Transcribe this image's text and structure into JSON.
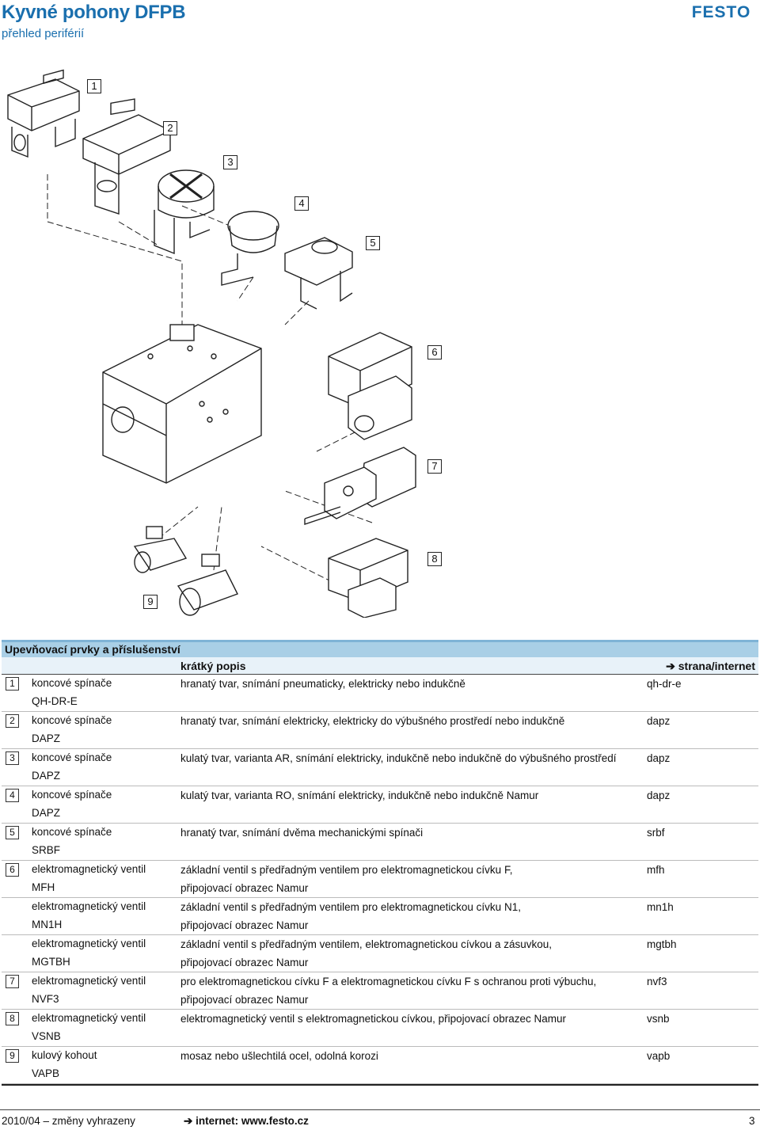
{
  "header": {
    "title": "Kyvné pohony DFPB",
    "subtitle": "přehled periférií",
    "logo": "FESTO",
    "brand_color": "#1a6fae"
  },
  "callouts": [
    "1",
    "2",
    "3",
    "4",
    "5",
    "6",
    "7",
    "8",
    "9"
  ],
  "table": {
    "section_title": "Upevňovací prvky a příslušenství",
    "col_desc": "krátký popis",
    "col_ref": "strana/internet",
    "arrow": "➔",
    "rows": [
      {
        "num": "1",
        "name1": "koncové spínače",
        "name2": "QH-DR-E",
        "desc1": "hranatý tvar, snímání pneumaticky, elektricky nebo indukčně",
        "desc2": "",
        "ref": "qh-dr-e"
      },
      {
        "num": "2",
        "name1": "koncové spínače",
        "name2": "DAPZ",
        "desc1": "hranatý tvar, snímání elektricky, elektricky do výbušného prostředí nebo indukčně",
        "desc2": "",
        "ref": "dapz"
      },
      {
        "num": "3",
        "name1": "koncové spínače",
        "name2": "DAPZ",
        "desc1": "kulatý tvar, varianta AR, snímání elektricky, indukčně nebo indukčně do výbušného prostředí",
        "desc2": "",
        "ref": "dapz"
      },
      {
        "num": "4",
        "name1": "koncové spínače",
        "name2": "DAPZ",
        "desc1": "kulatý tvar, varianta RO, snímání elektricky, indukčně nebo indukčně Namur",
        "desc2": "",
        "ref": "dapz"
      },
      {
        "num": "5",
        "name1": "koncové spínače",
        "name2": "SRBF",
        "desc1": "hranatý tvar, snímání dvěma mechanickými spínači",
        "desc2": "",
        "ref": "srbf"
      },
      {
        "num": "6",
        "name1": "elektromagnetický ventil",
        "name2": "MFH",
        "desc1": "základní ventil s předřadným ventilem pro elektromagnetickou cívku F,",
        "desc2": "připojovací obrazec Namur",
        "ref": "mfh"
      },
      {
        "num": "",
        "name1": "elektromagnetický ventil",
        "name2": "MN1H",
        "desc1": "základní ventil s předřadným ventilem pro elektromagnetickou cívku N1,",
        "desc2": "připojovací obrazec Namur",
        "ref": "mn1h"
      },
      {
        "num": "",
        "name1": "elektromagnetický ventil",
        "name2": "MGTBH",
        "desc1": "základní ventil s předřadným ventilem, elektromagnetickou cívkou a zásuvkou,",
        "desc2": "připojovací obrazec Namur",
        "ref": "mgtbh"
      },
      {
        "num": "7",
        "name1": "elektromagnetický ventil",
        "name2": "NVF3",
        "desc1": "pro elektromagnetickou cívku F a elektromagnetickou cívku F s ochranou proti výbuchu,",
        "desc2": "připojovací obrazec Namur",
        "ref": "nvf3"
      },
      {
        "num": "8",
        "name1": "elektromagnetický ventil",
        "name2": "VSNB",
        "desc1": "elektromagnetický ventil s elektromagnetickou cívkou, připojovací obrazec Namur",
        "desc2": "",
        "ref": "vsnb"
      },
      {
        "num": "9",
        "name1": "kulový kohout",
        "name2": "VAPB",
        "desc1": "mosaz nebo ušlechtilá ocel, odolná korozi",
        "desc2": "",
        "ref": "vapb"
      }
    ]
  },
  "footer": {
    "left": "2010/04 – změny vyhrazeny",
    "arrow": "➔",
    "internet": "internet: www.festo.cz",
    "page": "3"
  }
}
